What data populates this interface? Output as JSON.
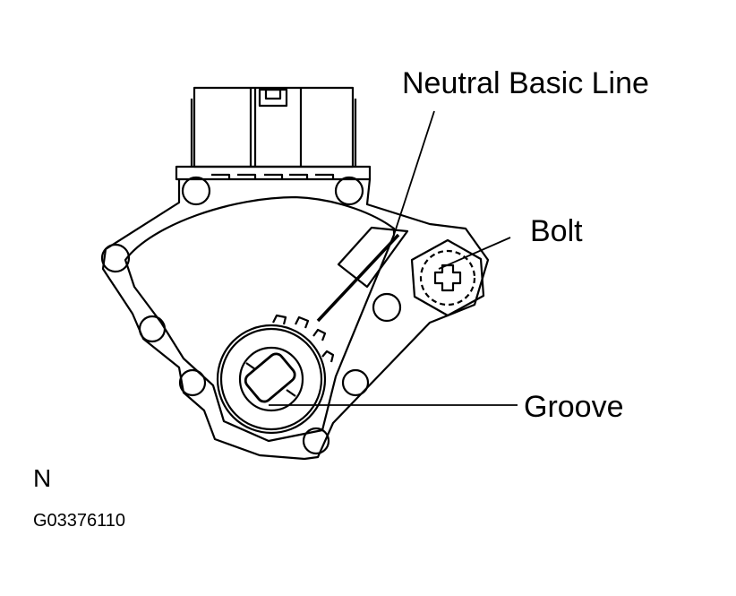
{
  "labels": {
    "neutral_basic_line": "Neutral Basic Line",
    "bolt": "Bolt",
    "groove": "Groove",
    "position": "N",
    "figure_id": "G03376110"
  },
  "colors": {
    "line": "#000000",
    "background": "#ffffff"
  }
}
